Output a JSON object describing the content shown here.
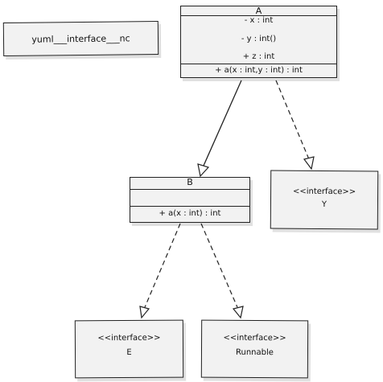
{
  "note": {
    "text": "yuml___interface___nc"
  },
  "classA": {
    "name": "A",
    "attributes": [
      "- x : int",
      "- y : int()",
      "+ z : int"
    ],
    "methods": [
      "+ a(x : int,y : int) : int"
    ]
  },
  "classB": {
    "name": "B",
    "attributes": [],
    "methods": [
      "+ a(x : int) : int"
    ]
  },
  "interfaces": {
    "Y": {
      "stereotype": "<<interface>>",
      "name": "Y"
    },
    "E": {
      "stereotype": "<<interface>>",
      "name": "E"
    },
    "Runnable": {
      "stereotype": "<<interface>>",
      "name": "Runnable"
    }
  },
  "colors": {
    "fill": "#f2f2f2",
    "stroke": "#222222"
  }
}
